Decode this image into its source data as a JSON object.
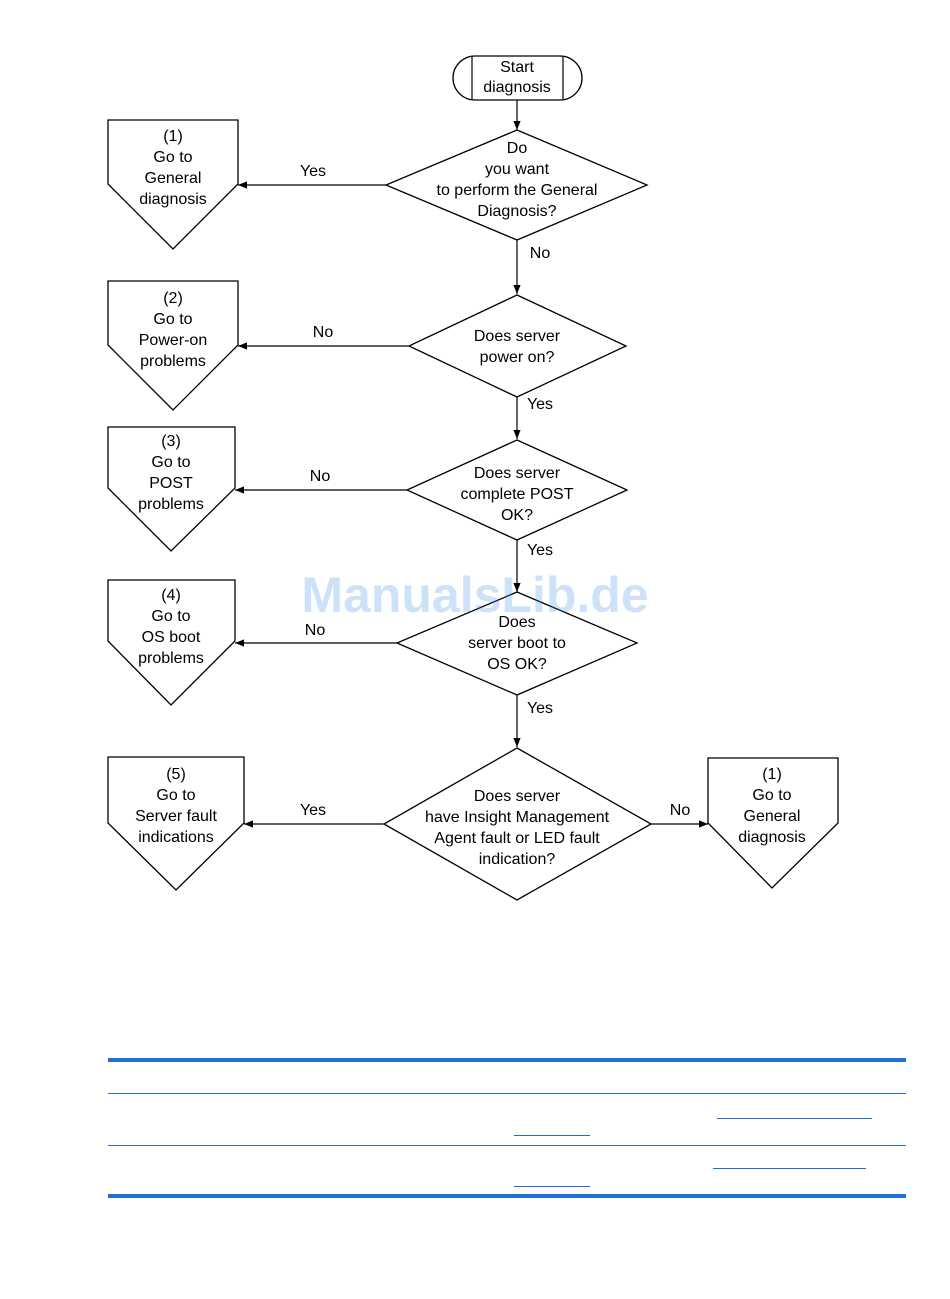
{
  "start": {
    "line1": "Start",
    "line2": "diagnosis"
  },
  "decisions": [
    {
      "lines": [
        "Do",
        "you want",
        "to perform the General",
        "Diagnosis?"
      ]
    },
    {
      "lines": [
        "Does server",
        "power on?"
      ]
    },
    {
      "lines": [
        "Does server",
        "complete POST",
        "OK?"
      ]
    },
    {
      "lines": [
        "Does",
        "server boot to",
        "OS OK?"
      ]
    },
    {
      "lines": [
        "Does server",
        "have Insight Management",
        "Agent fault or LED fault",
        "indication?"
      ]
    }
  ],
  "offpage": [
    {
      "lines": [
        "(1)",
        "Go to",
        "General",
        "diagnosis"
      ]
    },
    {
      "lines": [
        "(2)",
        "Go to",
        "Power-on",
        "problems"
      ]
    },
    {
      "lines": [
        "(3)",
        "Go to",
        "POST",
        "problems"
      ]
    },
    {
      "lines": [
        "(4)",
        "Go to",
        "OS boot",
        "problems"
      ]
    },
    {
      "lines": [
        "(5)",
        "Go to",
        "Server fault",
        "indications"
      ]
    },
    {
      "lines": [
        "(1)",
        "Go to",
        "General",
        "diagnosis"
      ]
    }
  ],
  "edge_labels": {
    "d1_yes": "Yes",
    "d1_no": "No",
    "d2_no": "No",
    "d2_yes": "Yes",
    "d3_no": "No",
    "d3_yes": "Yes",
    "d4_no": "No",
    "d4_yes": "Yes",
    "d5_yes": "Yes",
    "d5_no": "No"
  },
  "watermark": "ManualsLib.de",
  "colors": {
    "rule": "#1f6fd6",
    "watermark": "#3b8fe8"
  }
}
